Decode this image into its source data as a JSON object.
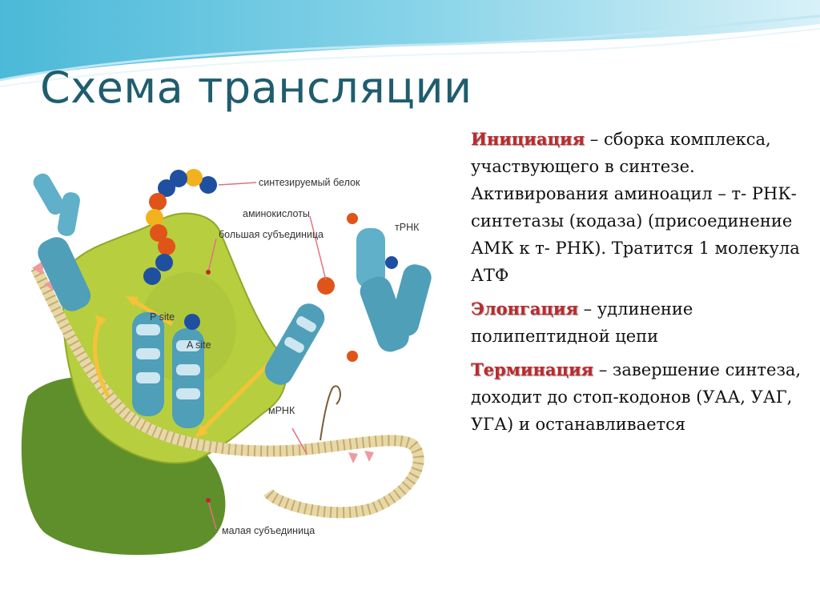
{
  "slide": {
    "title": "Схема трансляции"
  },
  "diagram": {
    "labels": {
      "protein": "синтезируемый белок",
      "amino_acids": "аминокислоты",
      "large_subunit": "большая субъединица",
      "trna": "тРНК",
      "p_site": "P site",
      "a_site": "A site",
      "mrna": "мРНК",
      "small_subunit": "малая субъединица"
    },
    "colors": {
      "large_subunit": "#b7cf3f",
      "small_subunit": "#5f8f2a",
      "trna": "#4f9fb9",
      "bead_blue": "#1f4fa0",
      "bead_orange": "#e0541a",
      "bead_yellow": "#f2b21f"
    }
  },
  "body_text": {
    "initiation": {
      "term": "Инициация",
      "text": " – сборка комплекса, участвующего в синтезе. Активирования аминоацил – т- РНК- синтетазы (кодаза) (присоединение АМК к т- РНК). Тратится 1 молекула АТФ"
    },
    "elongation": {
      "term": "Элонгация",
      "text": " – удлинение полипептидной цепи"
    },
    "termination": {
      "term": "Терминация",
      "text": " – завершение синтеза,  доходит до стоп-кодонов (УАА, УАГ, УГА) и останавливается"
    }
  }
}
